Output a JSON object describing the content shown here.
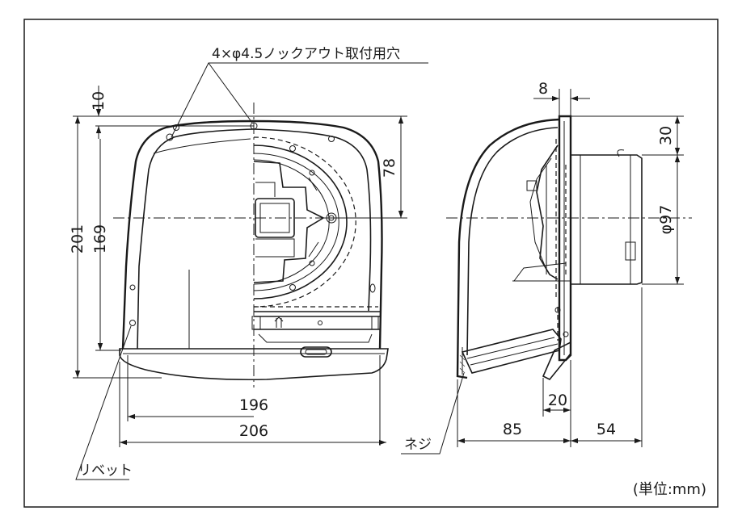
{
  "annotations": {
    "knockout_holes": "4×φ4.5ノックアウト取付用穴",
    "rivet": "リベット",
    "screw": "ネジ",
    "unit": "(単位:mm)"
  },
  "dimensions": {
    "d10": "10",
    "d201": "201",
    "d169": "169",
    "d78": "78",
    "d196": "196",
    "d206": "206",
    "d8": "8",
    "d30": "30",
    "d97": "φ97",
    "d20": "20",
    "d85": "85",
    "d54": "54"
  }
}
